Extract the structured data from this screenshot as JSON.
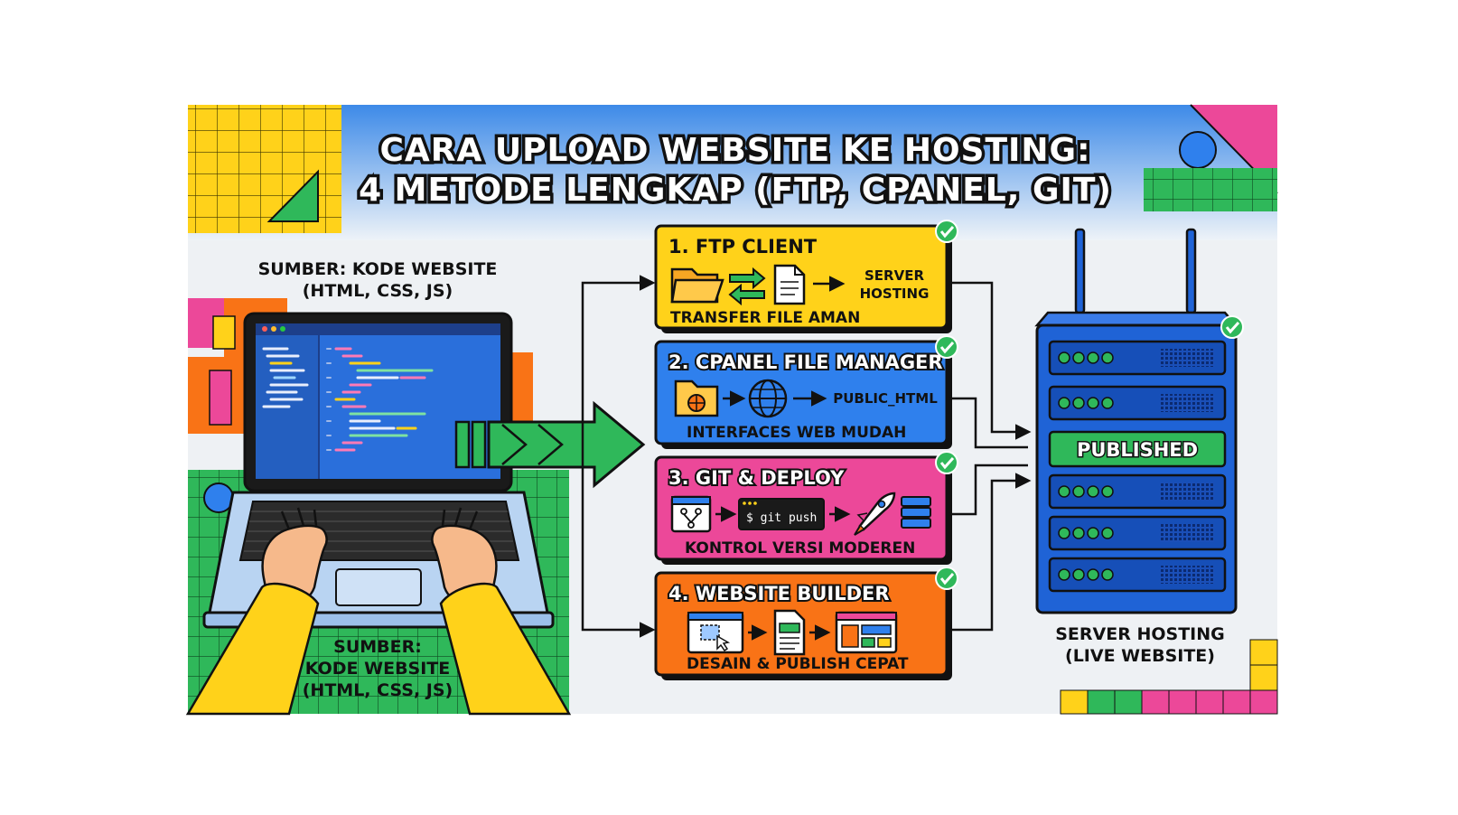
{
  "title": {
    "line1": "CARA UPLOAD WEBSITE KE HOSTING:",
    "line2": "4 METODE LENGKAP (FTP, CPANEL, GIT)"
  },
  "source": {
    "label_top_line1": "SUMBER: KODE WEBSITE",
    "label_top_line2": "(HTML, CSS, JS)",
    "label_bottom_line1": "SUMBER:",
    "label_bottom_line2": "KODE WEBSITE",
    "label_bottom_line3": "(HTML, CSS, JS)"
  },
  "methods": [
    {
      "title": "1. FTP CLIENT",
      "footer": "TRANSFER FILE AMAN",
      "target_line1": "SERVER",
      "target_line2": "HOSTING",
      "color": "#ffd21a"
    },
    {
      "title": "2. CPANEL FILE MANAGER",
      "footer": "INTERFACES WEB MUDAH",
      "target": "PUBLIC_HTML",
      "color": "#2f80ed"
    },
    {
      "title": "3. GIT & DEPLOY",
      "footer": "KONTROL VERSI MODEREN",
      "command": "$ git push",
      "color": "#ec4899"
    },
    {
      "title": "4. WEBSITE BUILDER",
      "footer": "DESAIN & PUBLISH CEPAT",
      "color": "#f97316"
    }
  ],
  "server": {
    "status": "PUBLISHED",
    "label_line1": "SERVER HOSTING",
    "label_line2": "(LIVE WEBSITE)"
  },
  "icons": [
    "folder-icon",
    "file-icon",
    "transfer-arrows-icon",
    "globe-icon",
    "git-branch-icon",
    "terminal-icon",
    "rocket-icon",
    "database-icon",
    "cursor-icon",
    "layout-icon",
    "check-icon",
    "laptop-icon",
    "server-rack-icon"
  ],
  "colors": {
    "title_band": "#3d8ae8",
    "yellow": "#ffd21a",
    "blue": "#2f80ed",
    "pink": "#ec4899",
    "orange": "#f97316",
    "green": "#2fb85a",
    "server": "#1f63d6"
  }
}
